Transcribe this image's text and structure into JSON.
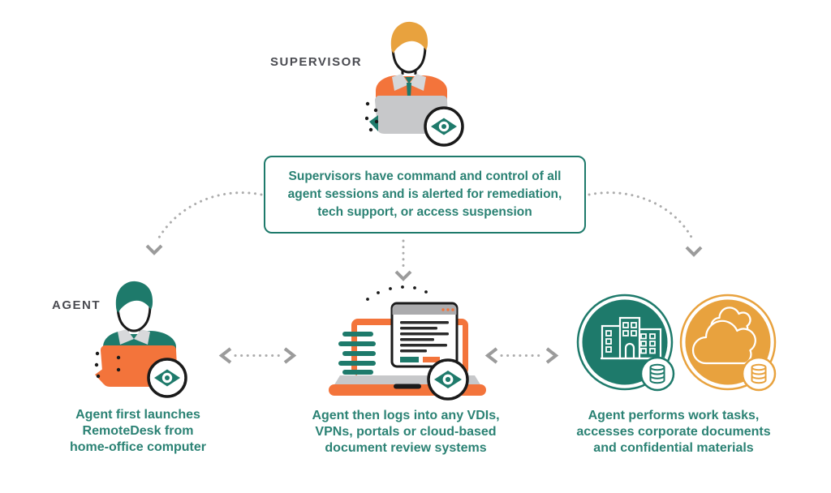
{
  "title": "Remote agent supervision workflow diagram",
  "colors": {
    "teal": "#1E7A6B",
    "teal_text": "#2B8274",
    "orange": "#F3743B",
    "gold": "#E8A23E",
    "gray_laptop": "#C7C8CA",
    "gray_titlebar": "#ABABAD",
    "label_gray": "#4A4B51",
    "arrow_dots": "#ACACAC",
    "arrow_heads": "#9B9B9B",
    "outline_dark": "#1A1A1A"
  },
  "supervisor": {
    "label": "SUPERVISOR",
    "note_lines": [
      "Supervisors have command and control of all",
      "agent sessions and is alerted for remediation,",
      "tech support, or access suspension"
    ]
  },
  "agent": {
    "label": "AGENT"
  },
  "steps": {
    "left": {
      "lines": [
        "Agent first launches",
        "RemoteDesk from",
        "home-office computer"
      ]
    },
    "center": {
      "lines": [
        "Agent then logs into any VDIs,",
        "VPNs, portals or cloud-based",
        "document review systems"
      ]
    },
    "right": {
      "lines": [
        "Agent performs work tasks,",
        "accesses corporate documents",
        "and confidential materials"
      ]
    }
  },
  "icons": {
    "remotedesk_eye": "diamond-eye-badge",
    "building": "office-building",
    "cloud": "clouds",
    "database": "database-cylinder",
    "browser": "browser-window",
    "laptop": "laptop",
    "arrows": "dotted-arrows"
  }
}
